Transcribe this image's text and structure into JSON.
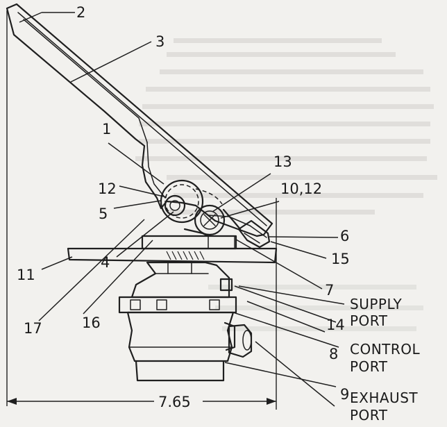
{
  "diagram": {
    "callouts": [
      "1",
      "2",
      "3",
      "4",
      "5",
      "6",
      "7",
      "8",
      "9",
      "10,12",
      "11",
      "12",
      "13",
      "14",
      "15",
      "16",
      "17"
    ],
    "ports": {
      "supply": [
        "SUPPLY",
        "PORT"
      ],
      "control": [
        "CONTROL",
        "PORT"
      ],
      "exhaust": [
        "EXHAUST",
        "PORT"
      ]
    },
    "dimension": "7.65"
  }
}
